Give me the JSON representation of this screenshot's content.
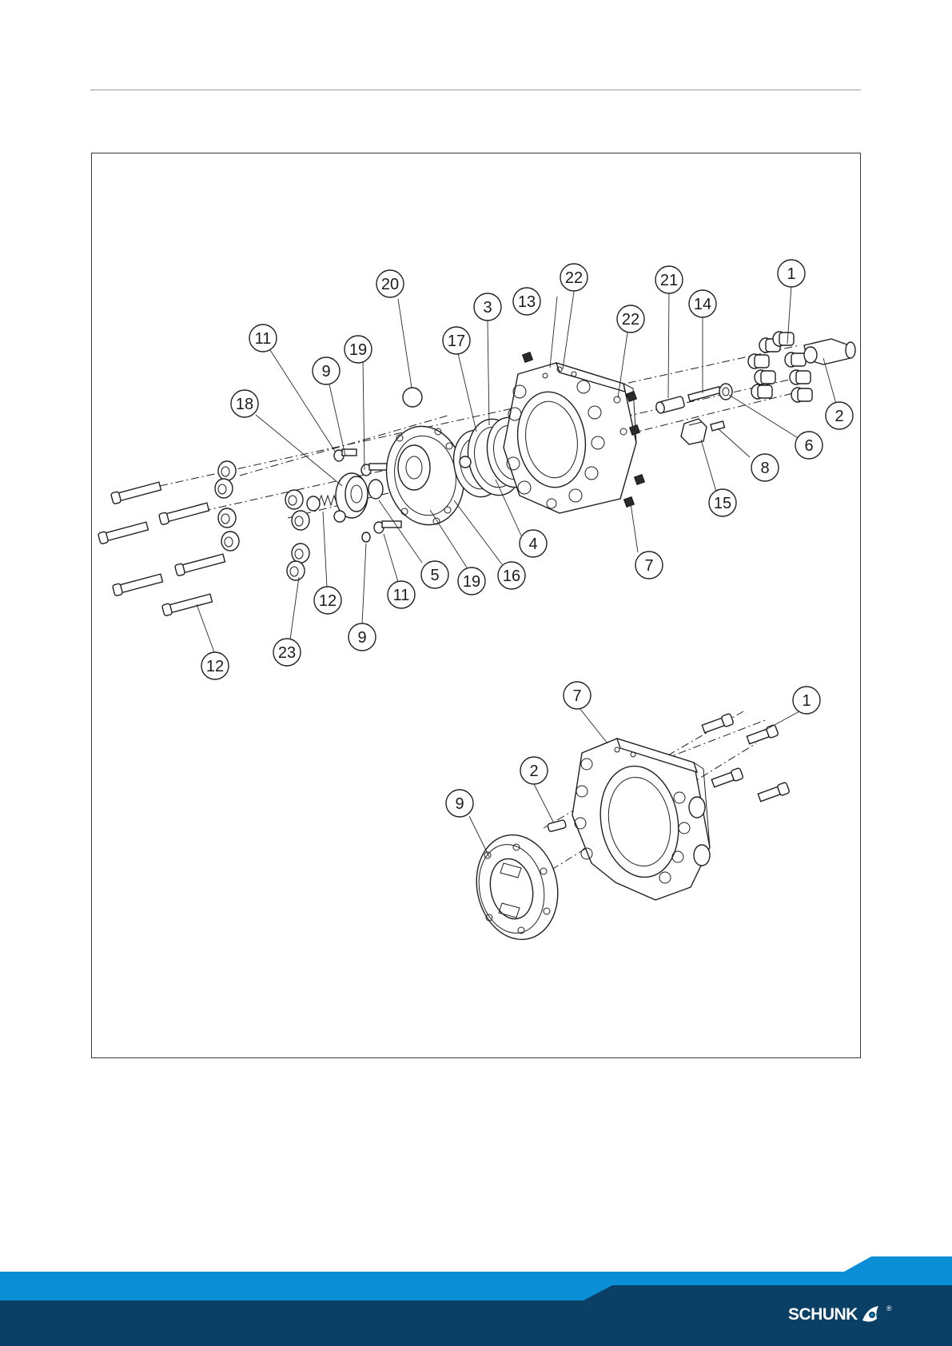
{
  "diagram": {
    "assembly_callouts": [
      "1",
      "2",
      "3",
      "4",
      "5",
      "6",
      "7",
      "8",
      "9",
      "9",
      "11",
      "11",
      "12",
      "12",
      "13",
      "14",
      "15",
      "16",
      "17",
      "18",
      "19",
      "19",
      "20",
      "21",
      "22",
      "22",
      "23"
    ],
    "subassembly_callouts": [
      "1",
      "2",
      "7",
      "9"
    ]
  },
  "callouts": {
    "c1": "1",
    "c2": "2",
    "c3": "3",
    "c4": "4",
    "c5": "5",
    "c6": "6",
    "c7": "7",
    "c8": "8",
    "c9a": "9",
    "c9b": "9",
    "c11a": "11",
    "c11b": "11",
    "c12a": "12",
    "c12b": "12",
    "c13": "13",
    "c14": "14",
    "c15": "15",
    "c16": "16",
    "c17": "17",
    "c18": "18",
    "c19a": "19",
    "c19b": "19",
    "c20": "20",
    "c21": "21",
    "c22a": "22",
    "c22b": "22",
    "c23": "23",
    "s1": "1",
    "s2": "2",
    "s7": "7",
    "s9": "9"
  },
  "footer": {
    "brand": "SCHUNK",
    "registered_mark": "®",
    "colors": {
      "light_band": "#0a8fd6",
      "dark_band": "#0a3f66"
    }
  }
}
